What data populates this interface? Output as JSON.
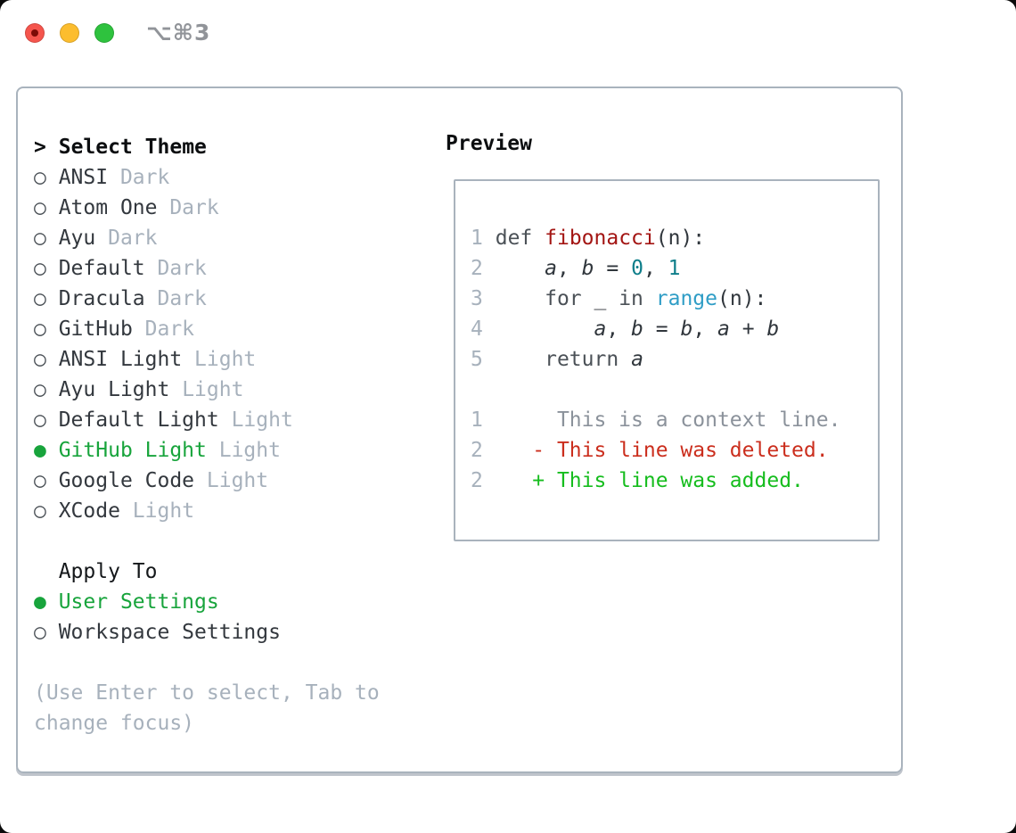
{
  "window": {
    "shortcut": "⌥⌘3",
    "traffic_lights": [
      "close",
      "minimize",
      "zoom"
    ]
  },
  "theme_panel": {
    "prompt": ">",
    "title": "Select Theme",
    "icons": {
      "radio_unselected": "○",
      "radio_selected": "●"
    },
    "themes": [
      {
        "name": "ANSI",
        "tag": "Dark",
        "selected": false
      },
      {
        "name": "Atom One",
        "tag": "Dark",
        "selected": false
      },
      {
        "name": "Ayu",
        "tag": "Dark",
        "selected": false
      },
      {
        "name": "Default",
        "tag": "Dark",
        "selected": false
      },
      {
        "name": "Dracula",
        "tag": "Dark",
        "selected": false
      },
      {
        "name": "GitHub",
        "tag": "Dark",
        "selected": false
      },
      {
        "name": "ANSI Light",
        "tag": "Light",
        "selected": false
      },
      {
        "name": "Ayu Light",
        "tag": "Light",
        "selected": false
      },
      {
        "name": "Default Light",
        "tag": "Light",
        "selected": false
      },
      {
        "name": "GitHub Light",
        "tag": "Light",
        "selected": true
      },
      {
        "name": "Google Code",
        "tag": "Light",
        "selected": false
      },
      {
        "name": "XCode",
        "tag": "Light",
        "selected": false
      }
    ],
    "apply_to": {
      "label": "Apply To",
      "options": [
        {
          "name": "User Settings",
          "selected": true
        },
        {
          "name": "Workspace Settings",
          "selected": false
        }
      ]
    },
    "hint": "(Use Enter to select, Tab to change focus)"
  },
  "preview": {
    "label": "Preview",
    "code": {
      "lines": [
        {
          "num": "1",
          "tokens": [
            {
              "s": "pl",
              "t": " "
            },
            {
              "s": "kw",
              "t": "def"
            },
            {
              "s": "pl",
              "t": " "
            },
            {
              "s": "fn",
              "t": "fibonacci"
            },
            {
              "s": "pl",
              "t": "(n):"
            }
          ]
        },
        {
          "num": "2",
          "tokens": [
            {
              "s": "pl",
              "t": "     "
            },
            {
              "s": "vr",
              "t": "a"
            },
            {
              "s": "pl",
              "t": ", "
            },
            {
              "s": "vr",
              "t": "b"
            },
            {
              "s": "pl",
              "t": " = "
            },
            {
              "s": "nm",
              "t": "0"
            },
            {
              "s": "pl",
              "t": ", "
            },
            {
              "s": "nm",
              "t": "1"
            }
          ]
        },
        {
          "num": "3",
          "tokens": [
            {
              "s": "pl",
              "t": "     "
            },
            {
              "s": "kw",
              "t": "for"
            },
            {
              "s": "pl",
              "t": " _ "
            },
            {
              "s": "kw",
              "t": "in"
            },
            {
              "s": "pl",
              "t": " "
            },
            {
              "s": "bi",
              "t": "range"
            },
            {
              "s": "pl",
              "t": "(n):"
            }
          ]
        },
        {
          "num": "4",
          "tokens": [
            {
              "s": "pl",
              "t": "         "
            },
            {
              "s": "vr",
              "t": "a"
            },
            {
              "s": "pl",
              "t": ", "
            },
            {
              "s": "vr",
              "t": "b"
            },
            {
              "s": "pl",
              "t": " = "
            },
            {
              "s": "vr",
              "t": "b"
            },
            {
              "s": "pl",
              "t": ", "
            },
            {
              "s": "vr",
              "t": "a"
            },
            {
              "s": "pl",
              "t": " + "
            },
            {
              "s": "vr",
              "t": "b"
            }
          ]
        },
        {
          "num": "5",
          "tokens": [
            {
              "s": "pl",
              "t": "     "
            },
            {
              "s": "kw",
              "t": "return"
            },
            {
              "s": "pl",
              "t": " "
            },
            {
              "s": "vr",
              "t": "a"
            }
          ]
        },
        {
          "num": "",
          "tokens": []
        },
        {
          "num": "1",
          "tokens": [
            {
              "s": "cx",
              "t": "      This is a context line."
            }
          ]
        },
        {
          "num": "2",
          "tokens": [
            {
              "s": "del",
              "t": "    - This line was deleted."
            }
          ]
        },
        {
          "num": "2",
          "tokens": [
            {
              "s": "add",
              "t": "    + This line was added."
            }
          ]
        }
      ]
    }
  },
  "colors": {
    "accent_green": "#18a43c",
    "added_green": "#16bd1e",
    "deleted_red": "#cb2e1d",
    "function_red": "#a31513",
    "number_teal": "#0e7e8a",
    "builtin_blue": "#2f9dc6",
    "keyword_gray": "#4b5157",
    "text_dark": "#30363c",
    "name_gray": "#33383e",
    "muted_gray": "#a7b1bc",
    "context_gray": "#8b929b",
    "border_gray": "#a9b3bd",
    "traffic_red": "#f5554d",
    "traffic_red_dot": "#7c0b06",
    "traffic_yellow": "#fcbd2e",
    "traffic_green": "#2ec23e"
  }
}
